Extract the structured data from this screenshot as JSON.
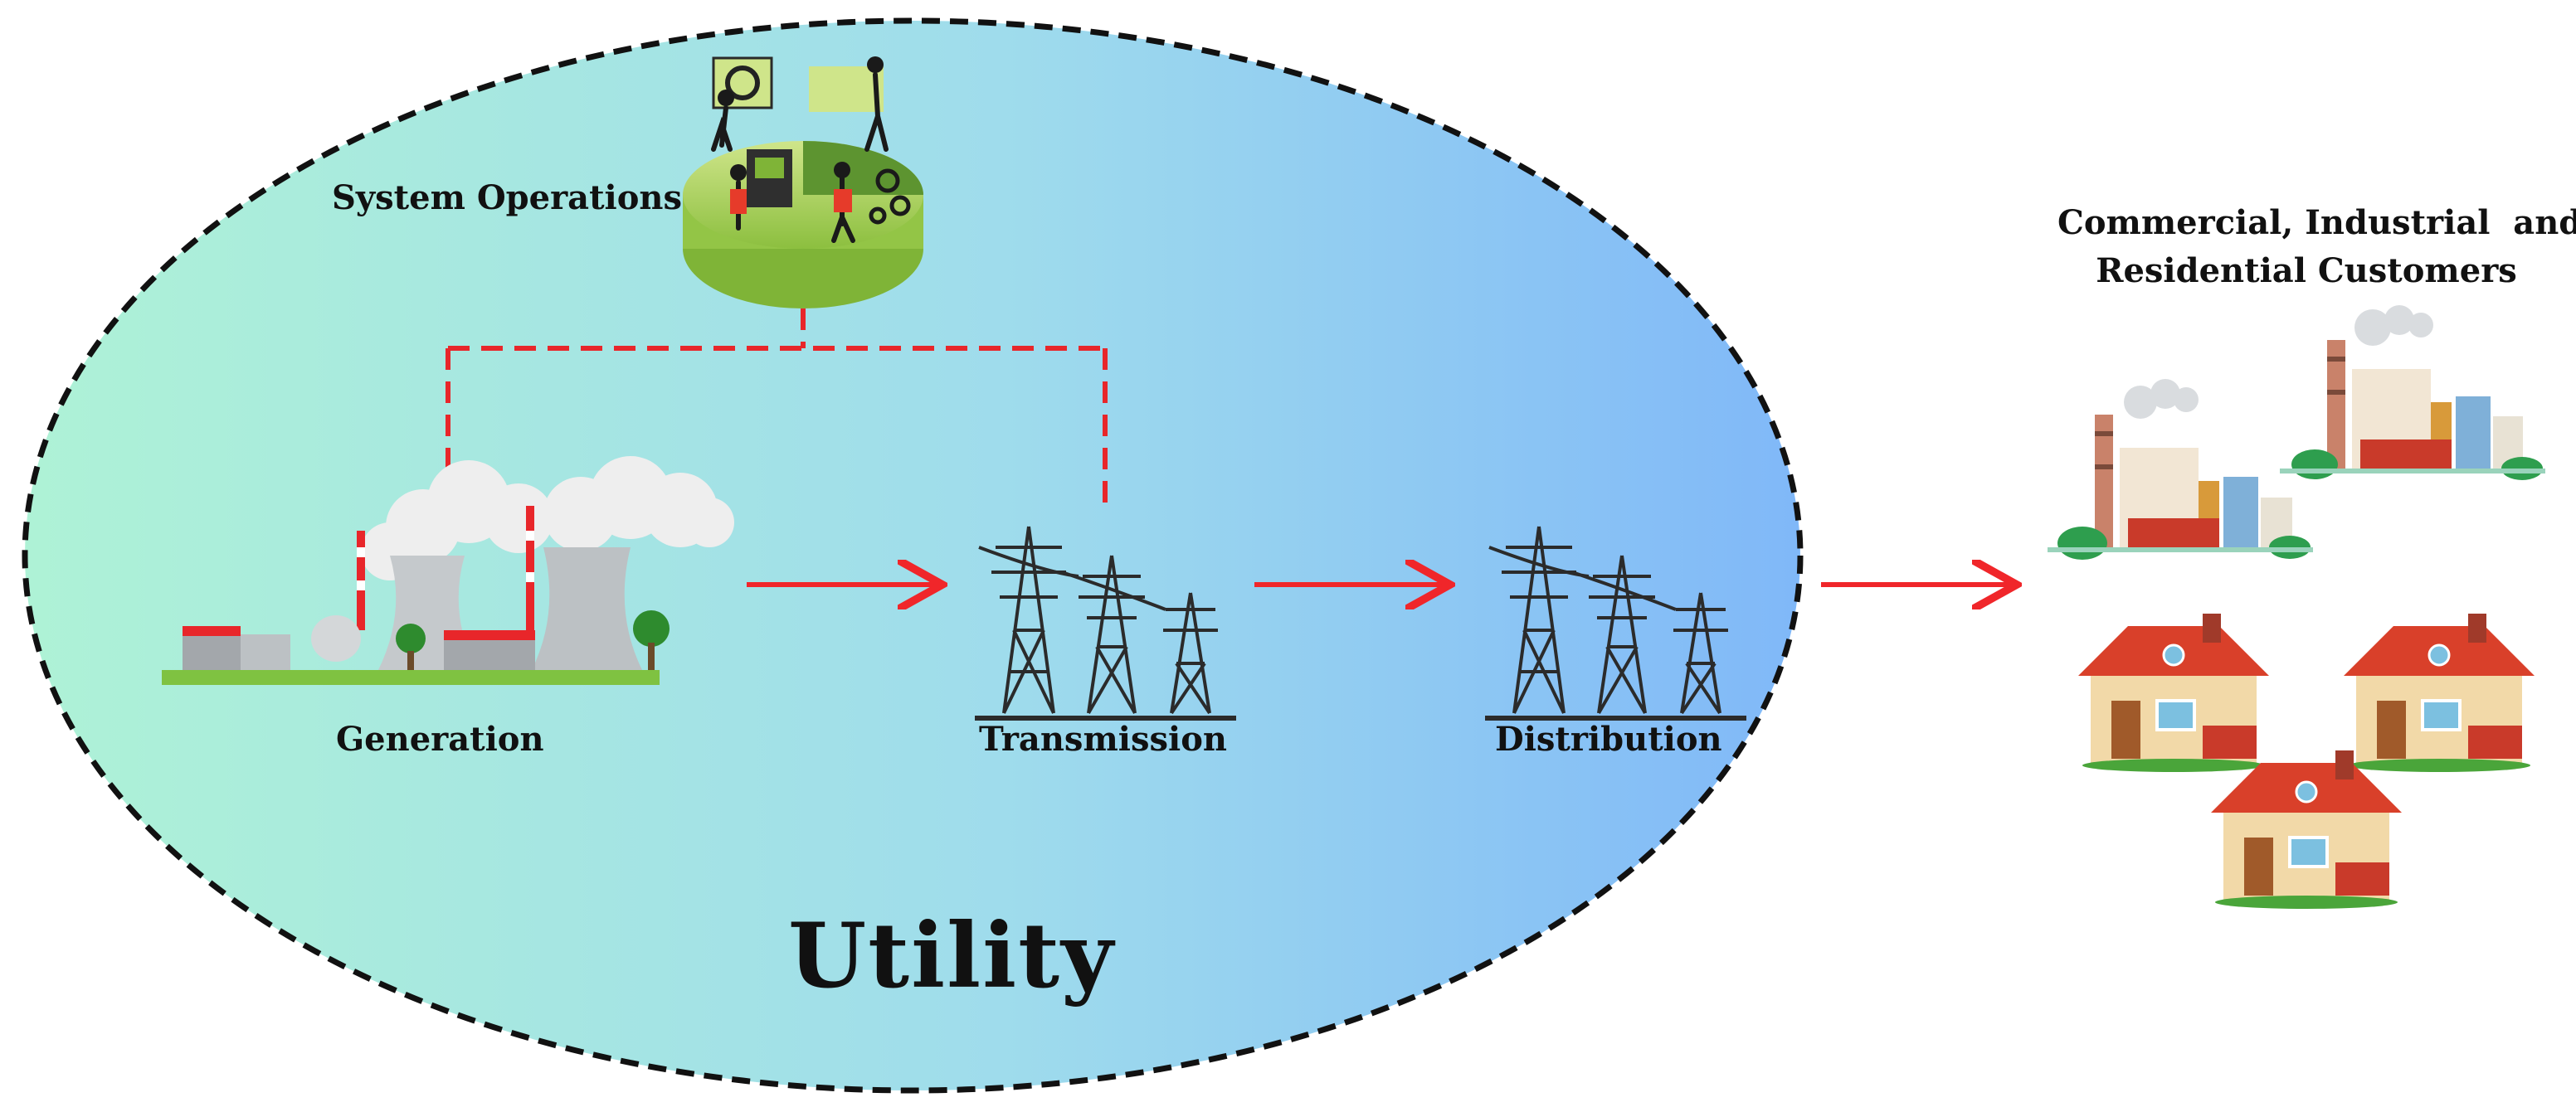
{
  "utility": {
    "label": "Utility"
  },
  "system_operations": {
    "label": "System Operations"
  },
  "stages": [
    {
      "id": "generation",
      "label": "Generation"
    },
    {
      "id": "transmission",
      "label": "Transmission"
    },
    {
      "id": "distribution",
      "label": "Distribution"
    }
  ],
  "customers": {
    "line1": "Commercial, Industrial  and",
    "line2": "Residential Customers"
  },
  "colors": {
    "ellipse_left": "#a6f0dc",
    "ellipse_right": "#84bcf7",
    "arrow": "#f0262a",
    "control_line": "#e8262a",
    "outline": "#111111"
  },
  "icons": [
    "system-operations-icon",
    "power-plant-icon",
    "transmission-tower-icon",
    "distribution-tower-icon",
    "factory-icon",
    "house-icon"
  ]
}
